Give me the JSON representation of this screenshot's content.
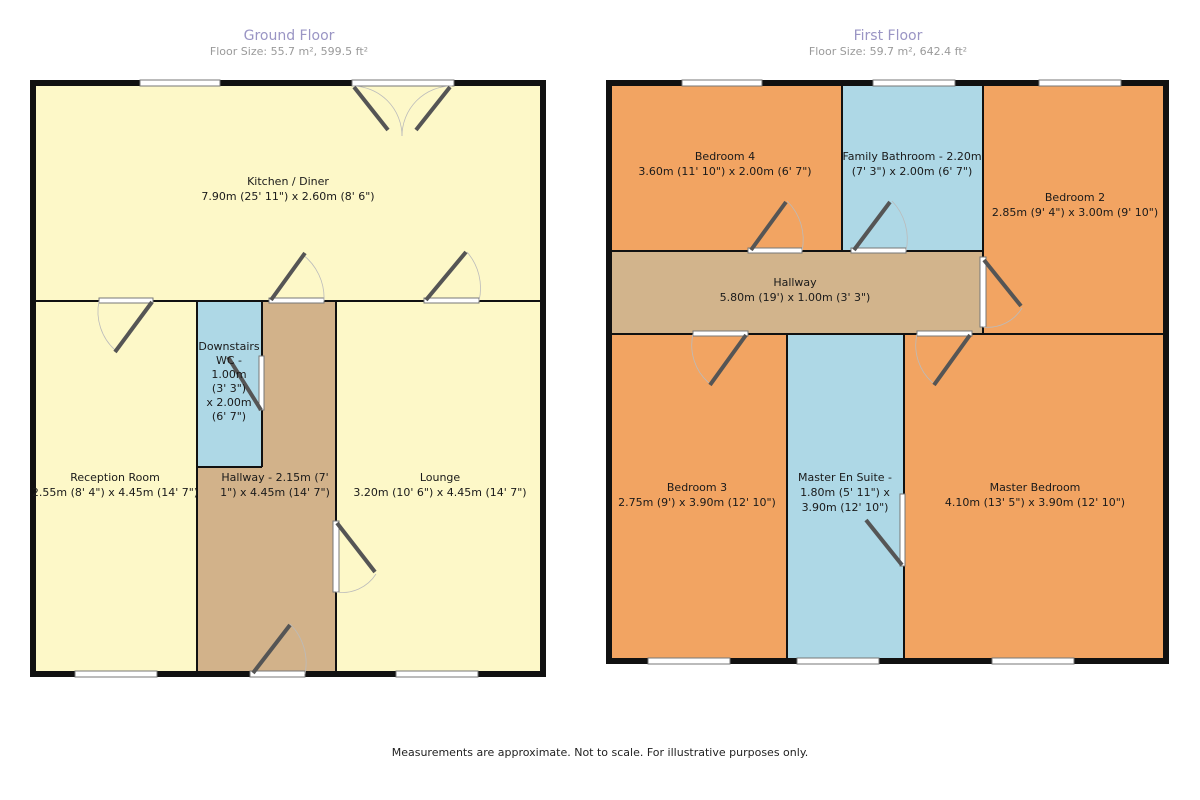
{
  "ground_floor": {
    "title": "Ground Floor",
    "size": "Floor Size: 55.7 m², 599.5 ft²",
    "rooms": {
      "kitchen": {
        "name": "Kitchen / Diner",
        "dims": "7.90m (25' 11\") x 2.60m (8' 6\")"
      },
      "reception": {
        "name": "Reception Room",
        "dims": "2.55m (8' 4\") x 4.45m (14' 7\")"
      },
      "wc": {
        "l1": "Downstairs",
        "l2": "WC -",
        "l3": "1.00m",
        "l4": "(3' 3\")",
        "l5": "x 2.00m",
        "l6": "(6' 7\")"
      },
      "hallway": {
        "l1": "Hallway - 2.15m (7'",
        "l2": "1\") x 4.45m (14' 7\")"
      },
      "lounge": {
        "name": "Lounge",
        "dims": "3.20m (10' 6\") x 4.45m (14' 7\")"
      }
    }
  },
  "first_floor": {
    "title": "First Floor",
    "size": "Floor Size: 59.7 m², 642.4 ft²",
    "rooms": {
      "bedroom4": {
        "name": "Bedroom 4",
        "dims": "3.60m (11' 10\") x 2.00m (6' 7\")"
      },
      "bathroom": {
        "l1": "Family Bathroom - 2.20m",
        "l2": "(7' 3\") x 2.00m (6' 7\")"
      },
      "bedroom2": {
        "name": "Bedroom 2",
        "dims": "2.85m (9' 4\") x 3.00m (9' 10\")"
      },
      "hallway": {
        "name": "Hallway",
        "dims": "5.80m (19') x 1.00m (3' 3\")"
      },
      "bedroom3": {
        "name": "Bedroom 3",
        "dims": "2.75m (9') x 3.90m (12' 10\")"
      },
      "ensuite": {
        "l1": "Master En Suite -",
        "l2": "1.80m (5' 11\") x",
        "l3": "3.90m (12' 10\")"
      },
      "master": {
        "name": "Master Bedroom",
        "dims": "4.10m (13' 5\") x 3.90m (12' 10\")"
      }
    }
  },
  "footer": "Measurements are approximate. Not to scale. For illustrative purposes only.",
  "colors": {
    "ground_room": "#fdf8c8",
    "ground_hall": "#d2b28a",
    "wc": "#aed8e6",
    "first_room": "#f2a462",
    "first_hall": "#d2b48c",
    "bathroom": "#aed8e6",
    "wall": "#111111",
    "window": "#8c8c8c"
  }
}
